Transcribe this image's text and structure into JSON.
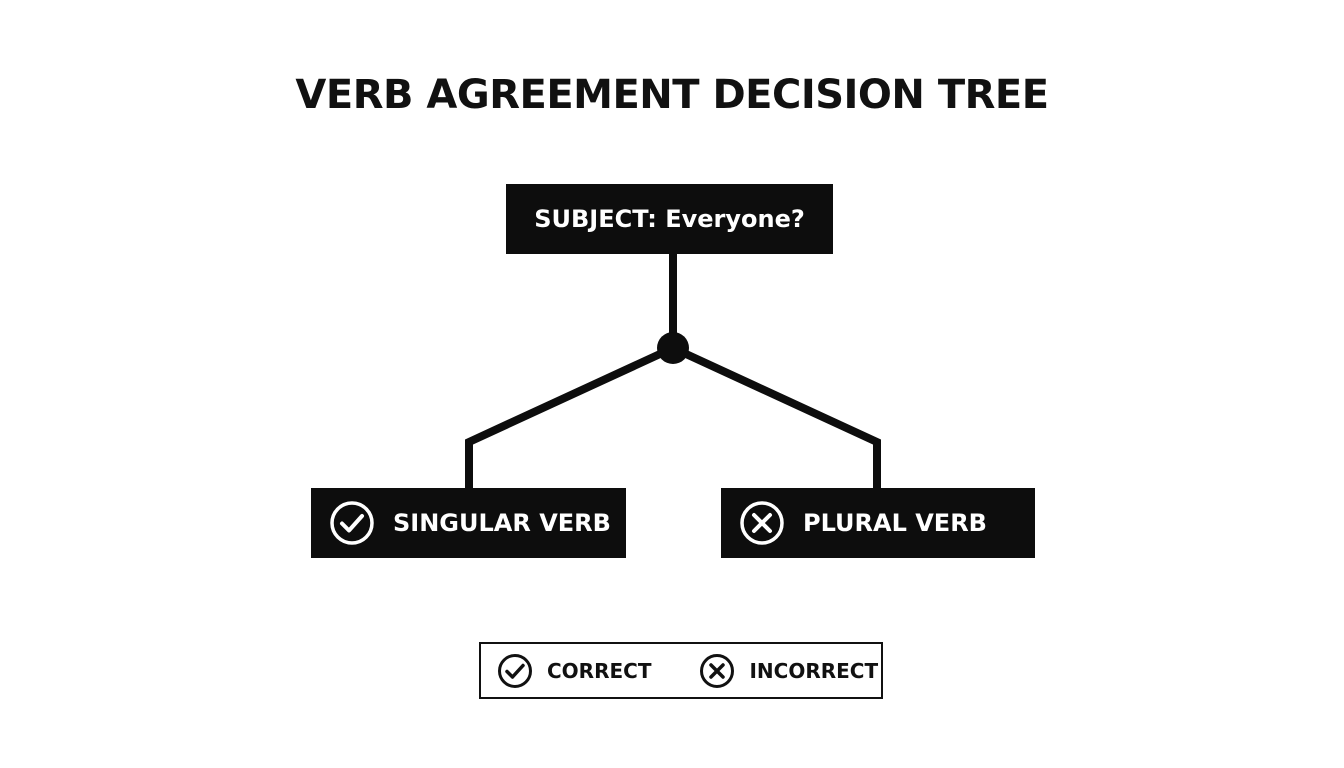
{
  "diagram": {
    "title": "VERB AGREEMENT DECISION TREE",
    "root": {
      "label": "SUBJECT: Everyone?"
    },
    "branches": [
      {
        "label": "SINGULAR VERB",
        "icon": "check-circle-icon"
      },
      {
        "label": "PLURAL VERB",
        "icon": "x-circle-icon"
      }
    ],
    "legend": [
      {
        "label": "CORRECT",
        "icon": "check-circle-icon"
      },
      {
        "label": "INCORRECT",
        "icon": "x-circle-icon"
      }
    ],
    "colors": {
      "node_fill": "#0d0d0d",
      "node_text": "#ffffff",
      "line": "#0d0d0d",
      "background": "#ffffff"
    }
  }
}
